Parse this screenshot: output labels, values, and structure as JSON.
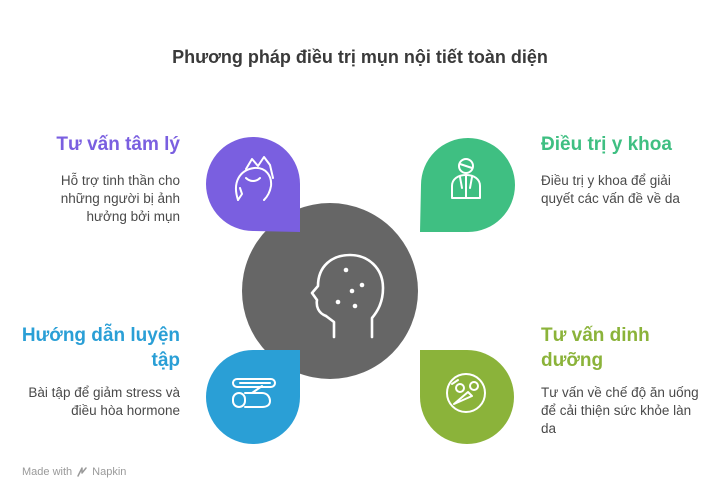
{
  "title": "Phương pháp điều trị mụn nội tiết toàn diện",
  "colors": {
    "center": "#666666",
    "psych": "#7a5fe0",
    "medical": "#3fbf82",
    "exercise": "#2a9fd6",
    "nutrition": "#8bb33a"
  },
  "sections": {
    "top_left": {
      "heading": "Tư vấn tâm lý",
      "description": "Hỗ trợ tinh thần cho những người bị ảnh hưởng bởi mụn",
      "icon": "head-hand-icon"
    },
    "top_right": {
      "heading": "Điều trị y khoa",
      "description": "Điều trị y khoa để giải quyết các vấn đề về da",
      "icon": "doctor-icon"
    },
    "bottom_left": {
      "heading": "Hướng dẫn luyện tập",
      "description": "Bài tập để giảm stress và điều hòa hormone",
      "icon": "exercise-icon"
    },
    "bottom_right": {
      "heading": "Tư vấn dinh dưỡng",
      "description": "Tư vấn về chế độ ăn uống để cải thiện sức khỏe làn da",
      "icon": "vegetables-icon"
    }
  },
  "center_icon": "face-acne-icon",
  "footer": {
    "made_with": "Made with",
    "brand": "Napkin"
  }
}
